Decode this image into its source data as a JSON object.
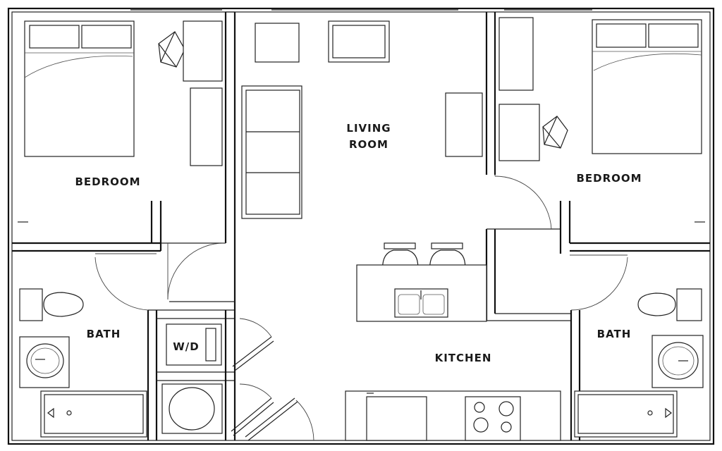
{
  "rooms": {
    "bedroom_left": "BEDROOM",
    "bedroom_right": "BEDROOM",
    "living_line1": "LIVING",
    "living_line2": "ROOM",
    "bath_left": "BATH",
    "bath_right": "BATH",
    "kitchen": "KITCHEN",
    "laundry": "W/D"
  },
  "colors": {
    "line": "#111111",
    "background": "#ffffff"
  },
  "icons": [
    "bed-icon",
    "chair-icon",
    "sofa-icon",
    "toilet-icon",
    "sink-icon",
    "bathtub-icon",
    "stove-icon",
    "bar-stool-icon",
    "washer-dryer-icon",
    "water-heater-icon"
  ]
}
